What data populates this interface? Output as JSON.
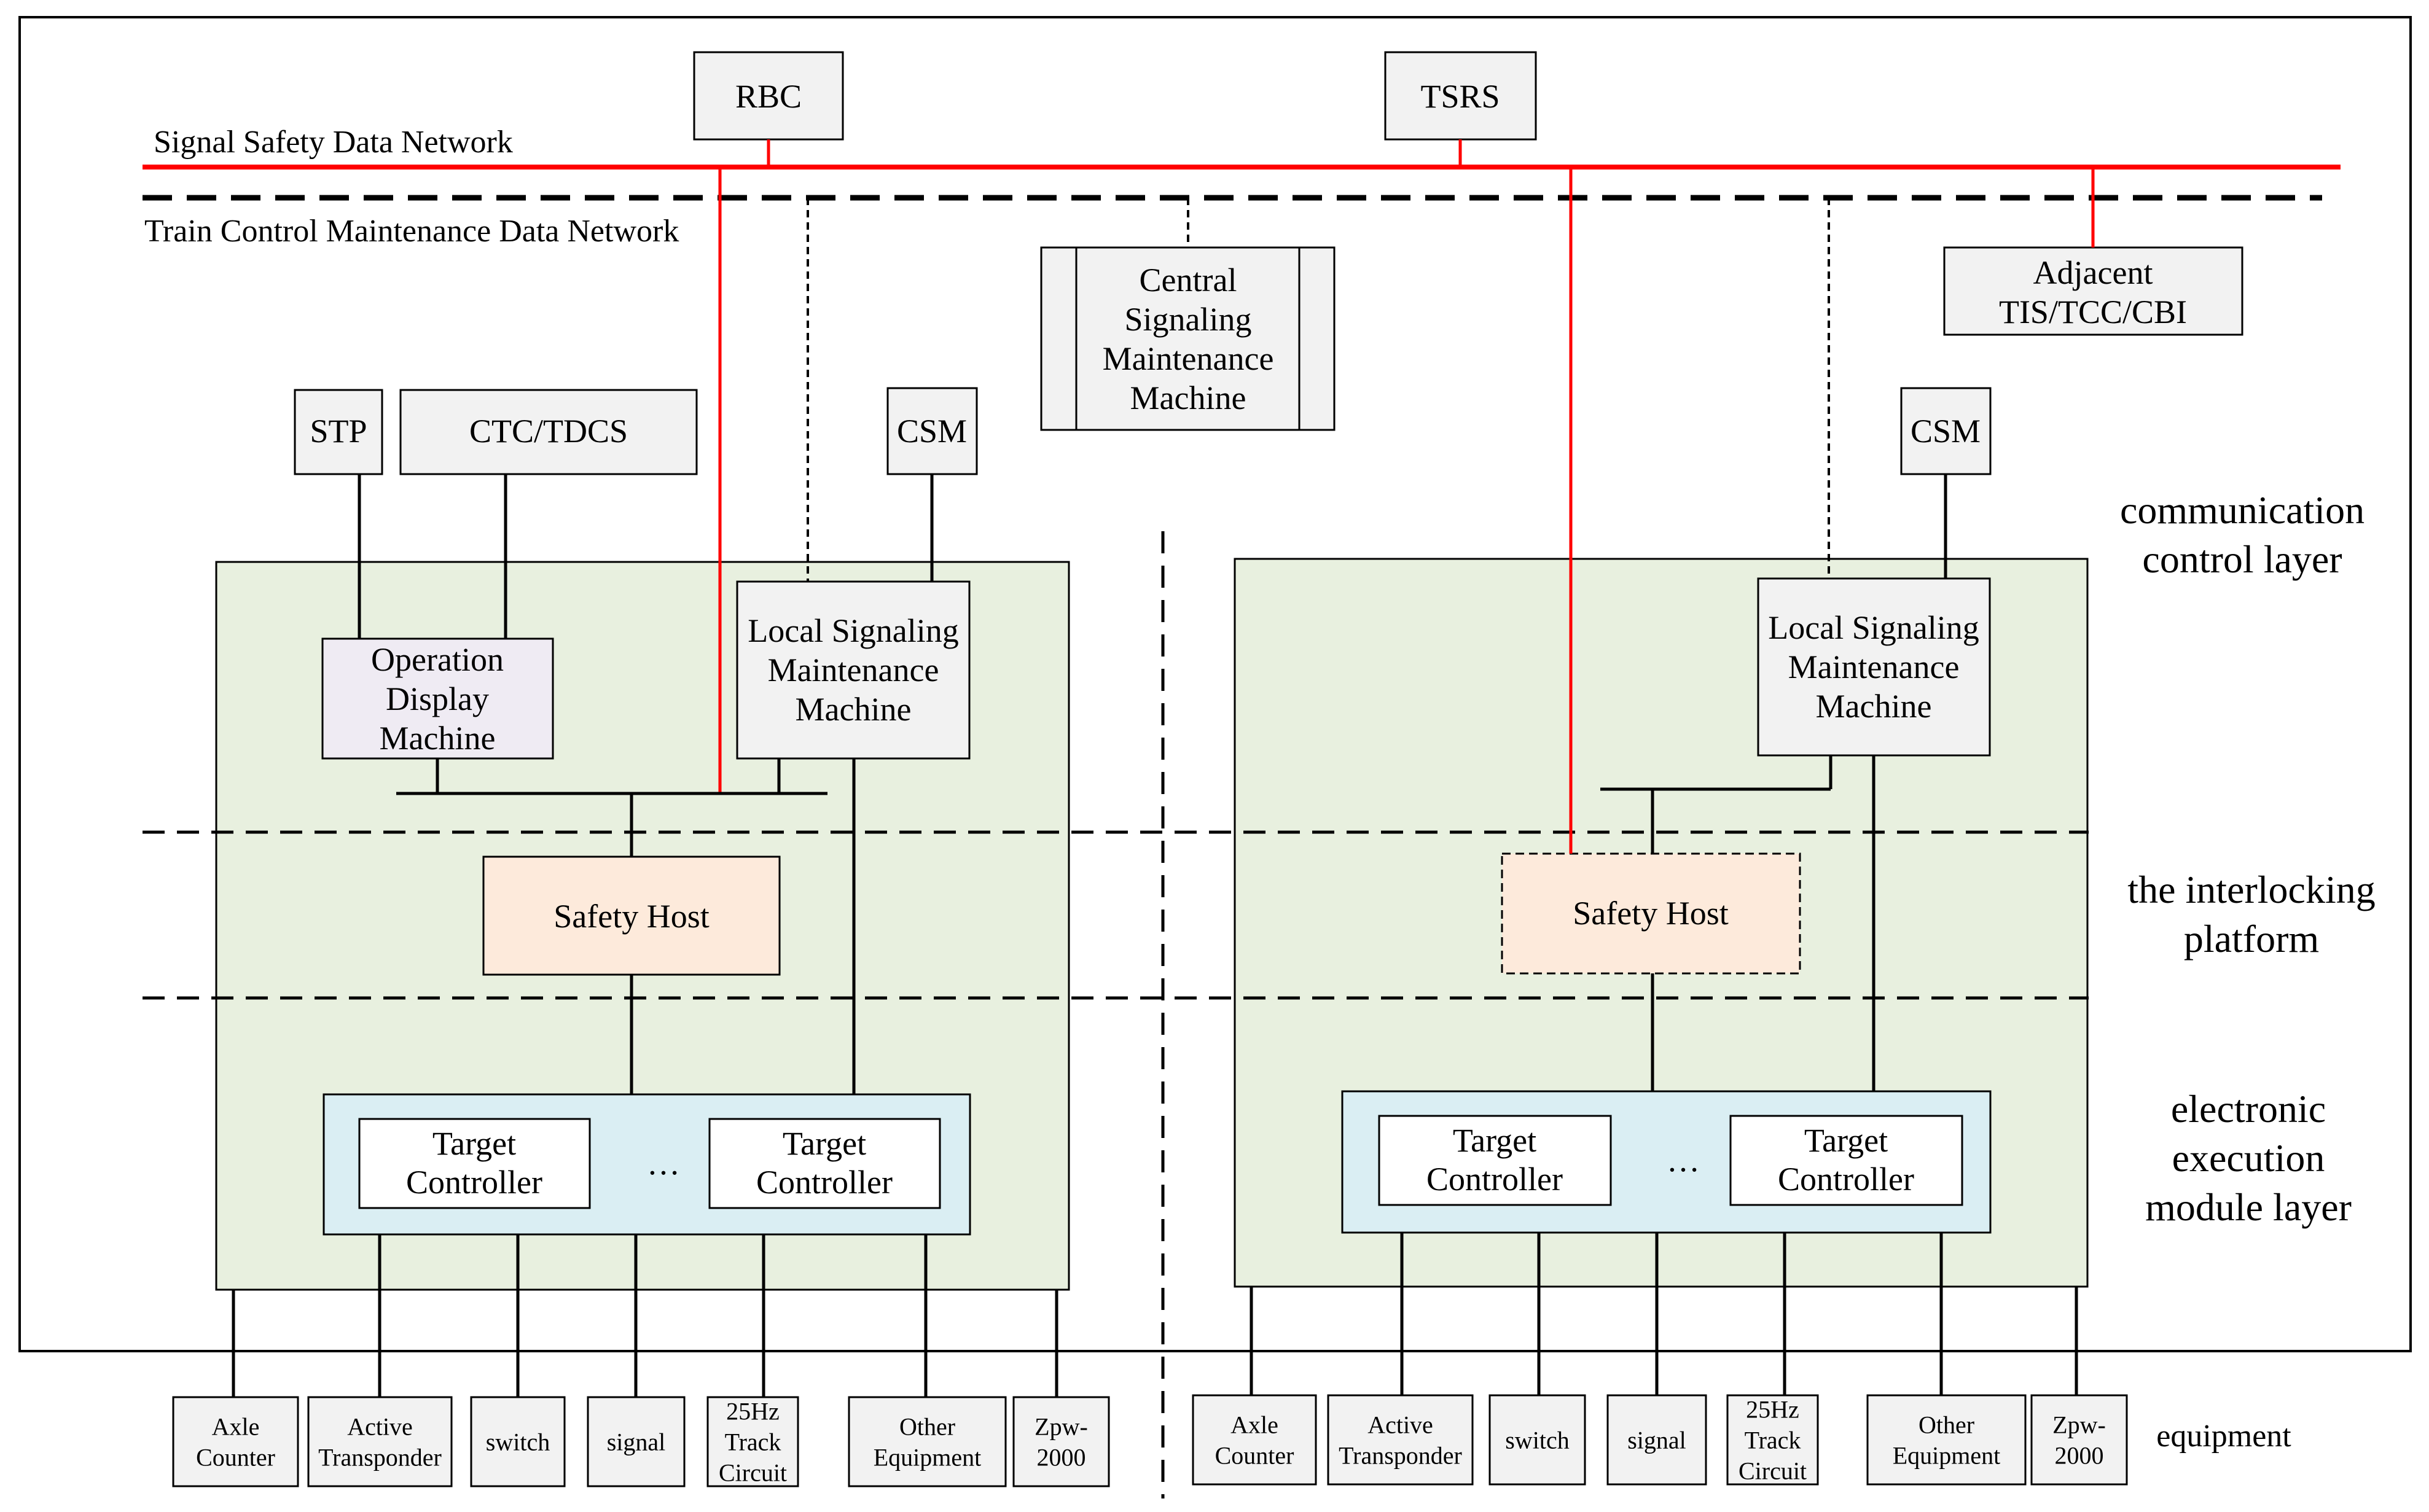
{
  "networks": {
    "signal_safety": "Signal Safety Data Network",
    "train_control_maintenance": "Train Control Maintenance Data Network"
  },
  "top_nodes": {
    "rbc": "RBC",
    "tsrs": "TSRS",
    "central_maintenance": [
      "Central",
      "Signaling",
      "Maintenance",
      "Machine"
    ],
    "adjacent": [
      "Adjacent",
      "TIS/TCC/CBI"
    ]
  },
  "left_station": {
    "stp": "STP",
    "ctc_tdcs": "CTC/TDCS",
    "csm": "CSM",
    "operation_display": [
      "Operation",
      "Display",
      "Machine"
    ],
    "local_maintenance": [
      "Local Signaling",
      "Maintenance",
      "Machine"
    ],
    "safety_host": "Safety Host",
    "target_controller_1": [
      "Target",
      "Controller"
    ],
    "ellipsis": "…",
    "target_controller_2": [
      "Target",
      "Controller"
    ]
  },
  "right_station": {
    "csm": "CSM",
    "local_maintenance": [
      "Local Signaling",
      "Maintenance",
      "Machine"
    ],
    "safety_host": "Safety Host",
    "target_controller_1": [
      "Target",
      "Controller"
    ],
    "ellipsis": "…",
    "target_controller_2": [
      "Target",
      "Controller"
    ]
  },
  "layers": {
    "communication": [
      "communication",
      "control layer"
    ],
    "interlocking": [
      "the interlocking",
      "platform"
    ],
    "electronic": [
      "electronic",
      "execution",
      "module layer"
    ],
    "equipment": "equipment"
  },
  "equipment_left": [
    [
      "Axle",
      "Counter"
    ],
    [
      "Active",
      "Transponder"
    ],
    [
      "switch"
    ],
    [
      "signal"
    ],
    [
      "25Hz",
      "Track",
      "Circuit"
    ],
    [
      "Other",
      "Equipment"
    ],
    [
      "Zpw-",
      "2000"
    ]
  ],
  "equipment_right": [
    [
      "Axle",
      "Counter"
    ],
    [
      "Active",
      "Transponder"
    ],
    [
      "switch"
    ],
    [
      "signal"
    ],
    [
      "25Hz",
      "Track",
      "Circuit"
    ],
    [
      "Other",
      "Equipment"
    ],
    [
      "Zpw-",
      "2000"
    ]
  ],
  "colors": {
    "signal_network": "#ff0000",
    "station_area": "#e8f0df",
    "execution_module": "#daeef3",
    "safety_host": "#fdeadb",
    "operation_display": "#efebf3",
    "device_box": "#f2f2f2"
  }
}
